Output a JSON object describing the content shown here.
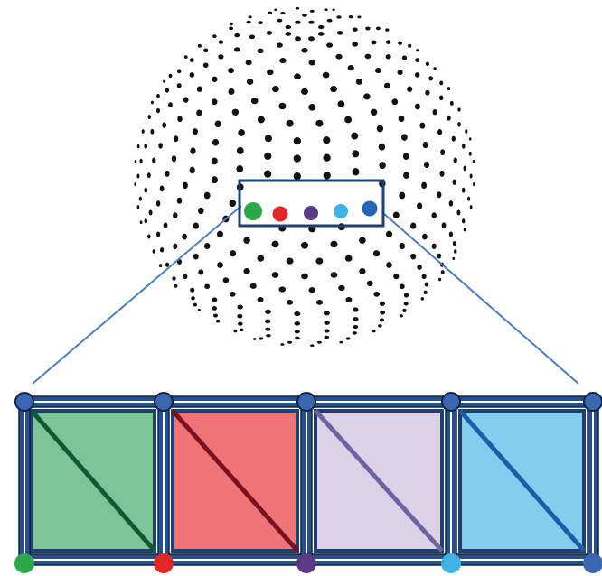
{
  "colors": {
    "background": "#ffffff",
    "sphere_dot": "#111111",
    "frame": "#27508a",
    "frame_dark": "#1d3f72",
    "frame_inner": "#0f2347",
    "connector_line": "#4b7fc0"
  },
  "highlighted_dots": [
    {
      "name": "green",
      "color": "#2aa84a"
    },
    {
      "name": "red",
      "color": "#e02828"
    },
    {
      "name": "purple",
      "color": "#5c3b86"
    },
    {
      "name": "light-blue",
      "color": "#3fb3e6"
    },
    {
      "name": "blue",
      "color": "#2467b8"
    }
  ],
  "cells": [
    {
      "name": "green",
      "fill": "#7ec497",
      "diagonal": "#0f5a35"
    },
    {
      "name": "red",
      "fill": "#ee7477",
      "diagonal": "#7a1020"
    },
    {
      "name": "purple",
      "fill": "#dcd2e8",
      "diagonal": "#6a64a4"
    },
    {
      "name": "blue",
      "fill": "#84cdee",
      "diagonal": "#1d5ca8"
    }
  ],
  "corner_node_color": "#3a68b0",
  "icons": {
    "sphere": "dotted-sphere-icon",
    "zoom_box": "selection-rectangle-icon"
  }
}
